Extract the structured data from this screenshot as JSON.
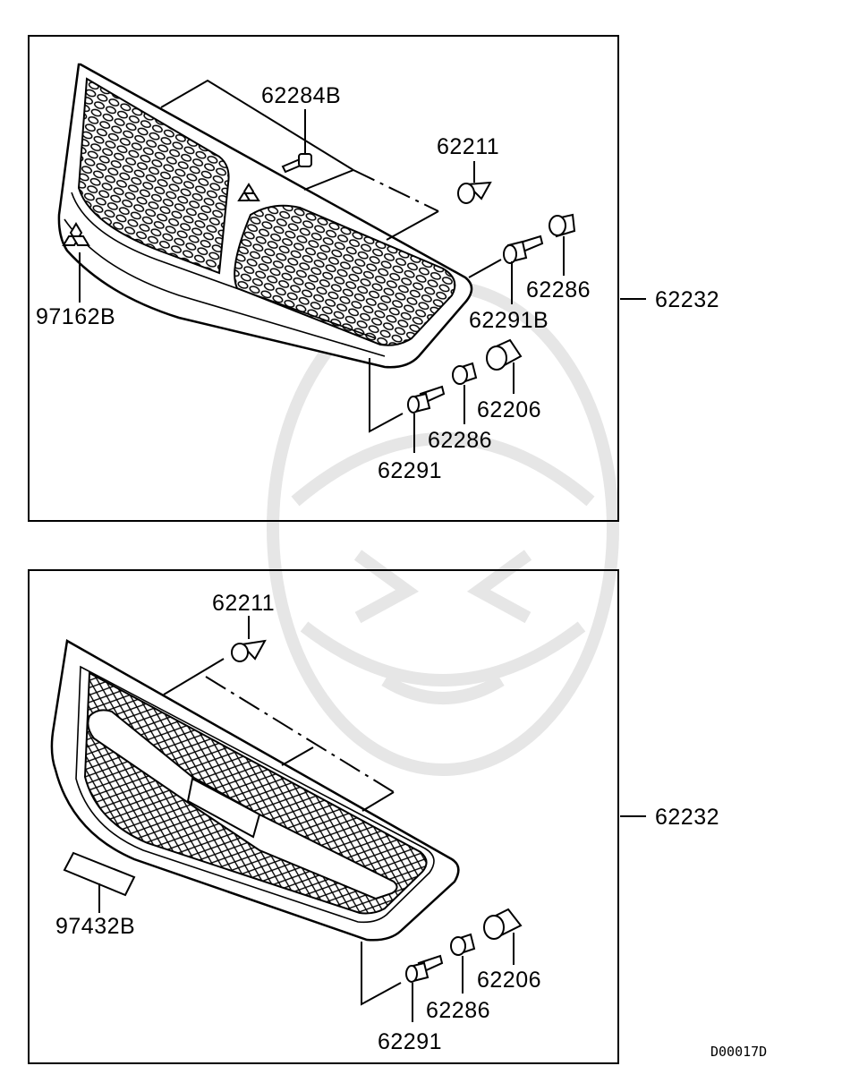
{
  "diagram": {
    "top_panel": {
      "assembly_label": "62232",
      "labels": [
        "62284B",
        "62211",
        "97162B",
        "62286",
        "62291B",
        "62206",
        "62286",
        "62291"
      ]
    },
    "bottom_panel": {
      "assembly_label": "62232",
      "labels": [
        "62211",
        "97432B",
        "62206",
        "62286",
        "62291"
      ]
    },
    "drawing_code": "D00017D"
  }
}
